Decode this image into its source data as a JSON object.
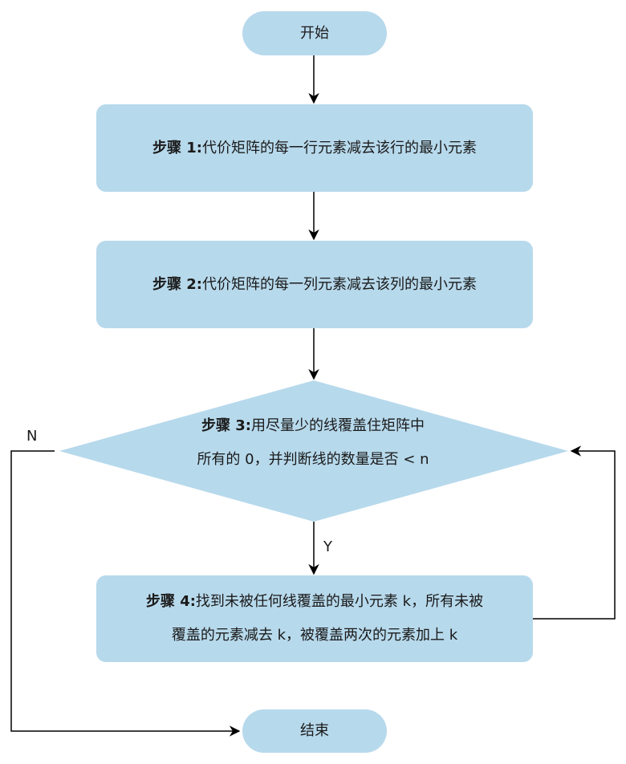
{
  "flowchart": {
    "start": "开始",
    "end": "结束",
    "step1": {
      "label": "步骤 1:",
      "text": "代价矩阵的每一行元素减去该行的最小元素"
    },
    "step2": {
      "label": "步骤 2:",
      "text": "代价矩阵的每一列元素减去该列的最小元素"
    },
    "step3": {
      "label": "步骤 3:",
      "line1": "用尽量少的线覆盖住矩阵中",
      "line2": "所有的 0，并判断线的数量是否 < n"
    },
    "step4": {
      "label": "步骤 4:",
      "line1": "找到未被任何线覆盖的最小元素 k，所有未被",
      "line2": "覆盖的元素减去 k，被覆盖两次的元素加上 k"
    },
    "edge_yes": "Y",
    "edge_no": "N"
  },
  "colors": {
    "node_fill": "#b7d9ec",
    "edge": "#000000"
  }
}
